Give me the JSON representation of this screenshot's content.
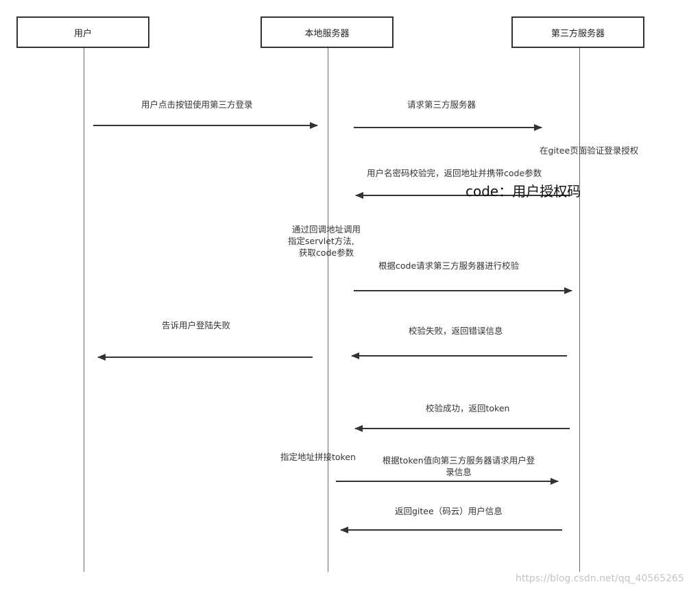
{
  "actors": {
    "user": "用户",
    "local_server": "本地服务器",
    "third_server": "第三方服务器"
  },
  "messages": {
    "m1": "用户点击按钮使用第三方登录",
    "m2": "请求第三方服务器",
    "m3_note": "在gitee页面验证登录授权",
    "m4": "用户名密码校验完，返回地址并携带code参数",
    "m4_note": "code：用户授权码",
    "m5_note_line1": "通过回调地址调用",
    "m5_note_line2": "指定servlet方法,",
    "m5_note_line3": "获取code参数",
    "m6": "根据code请求第三方服务器进行校验",
    "m7": "校验失败，返回错误信息",
    "m8": "告诉用户登陆失败",
    "m9": "校验成功，返回token",
    "m10_note": "指定地址拼接token",
    "m11_line1": "根据token值向第三方服务器请求用户登",
    "m11_line2": "录信息",
    "m12": "返回gitee（码云）用户信息"
  },
  "watermark": "https://blog.csdn.net/qq_40565265"
}
